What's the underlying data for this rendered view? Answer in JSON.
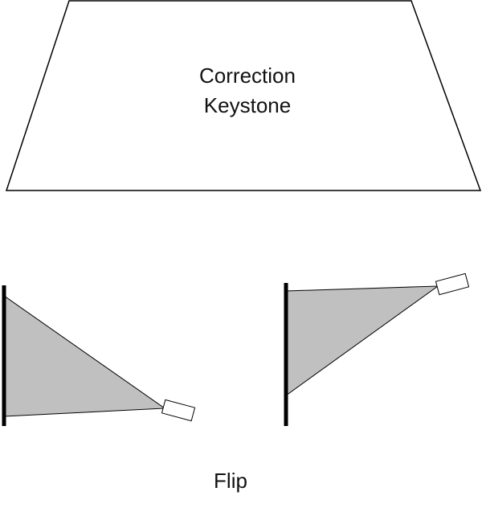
{
  "top_panel": {
    "title_line1": "Correction",
    "title_line2": "Keystone"
  },
  "caption": "Flip",
  "colors": {
    "stroke": "#000000",
    "beam_fill": "#c0c0c0",
    "background": "#ffffff"
  }
}
